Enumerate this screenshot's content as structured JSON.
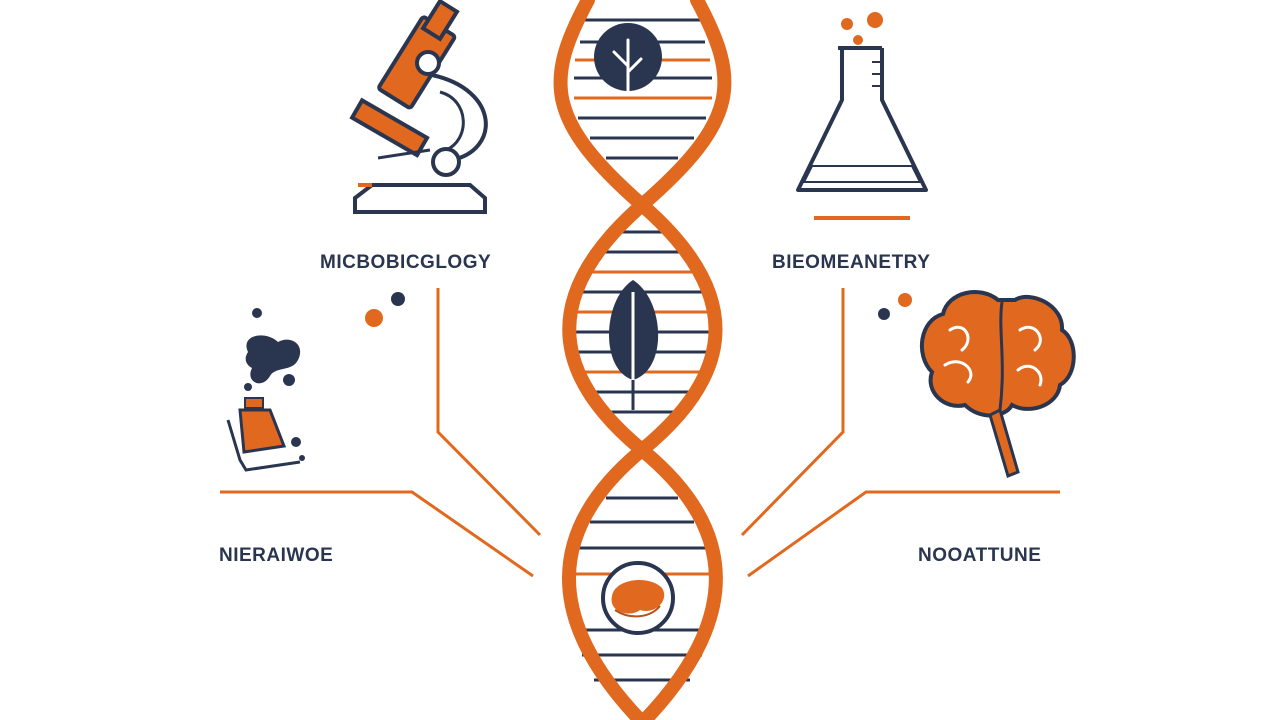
{
  "labels": {
    "top_left": "MICBOBICGLOGY",
    "top_right": "BIEOMEANETRY",
    "bottom_left": "NIERAIWOE",
    "bottom_right": "NOOATTUNE"
  },
  "colors": {
    "orange": "#e0691f",
    "navy": "#2a3650",
    "background": "#ffffff"
  },
  "icons": {
    "top_left": "microscope-icon",
    "top_right": "flask-icon",
    "bottom_left": "chemistry-blobs-icon",
    "bottom_right": "brain-icon",
    "center": "dna-helix-icon",
    "helix_top": "leaf-icon",
    "helix_middle": "leaf-icon",
    "helix_bottom": "organ-icon"
  }
}
